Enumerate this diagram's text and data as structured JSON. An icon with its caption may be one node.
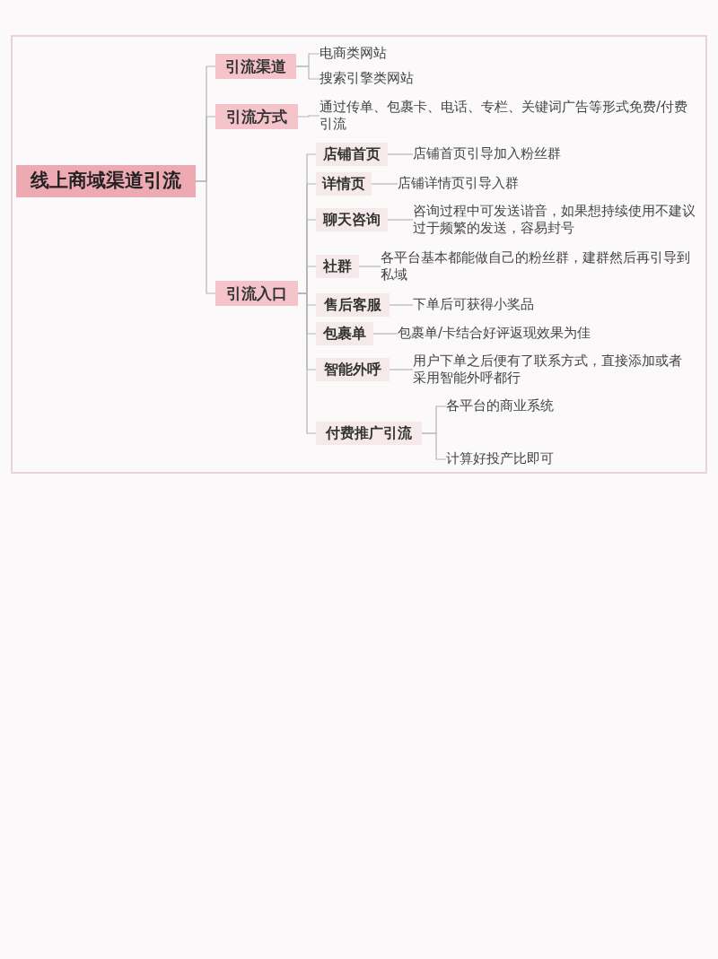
{
  "diagram": {
    "nodes": [
      {
        "text": [
          "线上商域渠道引流"
        ]
      },
      {
        "text": [
          "引流渠道"
        ]
      },
      {
        "text": [
          "电商类网站"
        ]
      },
      {
        "text": [
          "搜索引擎类网站"
        ]
      },
      {
        "text": [
          "引流方式"
        ]
      },
      {
        "text": [
          "通过传单、包裹卡、电话、专栏、关键词广告等形式免费/付费引流"
        ]
      },
      {
        "text": [
          "引流入口"
        ]
      },
      {
        "text": [
          "店铺首页"
        ]
      },
      {
        "text": [
          "店铺首页引导加入粉丝群"
        ]
      },
      {
        "text": [
          "详情页"
        ]
      },
      {
        "text": [
          "店铺详情页引导入群"
        ]
      },
      {
        "text": [
          "聊天咨询"
        ]
      },
      {
        "text": [
          "咨询过程中可发送谐音，如果想持续使用不建议过于频繁的发送，容易封号"
        ]
      },
      {
        "text": [
          "社群"
        ]
      },
      {
        "text": [
          "各平台基本都能做自己的粉丝群，建群然后再引导到私域"
        ]
      },
      {
        "text": [
          "售后客服"
        ]
      },
      {
        "text": [
          "下单后可获得小奖品"
        ]
      },
      {
        "text": [
          "包裹单"
        ]
      },
      {
        "text": [
          "包裹单/卡结合好评返现效果为佳"
        ]
      },
      {
        "text": [
          "智能外呼"
        ]
      },
      {
        "text": [
          "用户下单之后便有了联系方式，直接添加或者采用智能外呼都行"
        ]
      },
      {
        "text": [
          "付费推广引流"
        ]
      },
      {
        "text": [
          "各平台的商业系统"
        ]
      },
      {
        "text": [
          "计算好投产比即可"
        ]
      }
    ],
    "edges": [
      {
        "from": 0,
        "to": 1,
        "arrow": "none"
      },
      {
        "from": 0,
        "to": 4,
        "arrow": "none"
      },
      {
        "from": 0,
        "to": 6,
        "arrow": "none"
      },
      {
        "from": 1,
        "to": 2,
        "arrow": "none"
      },
      {
        "from": 1,
        "to": 3,
        "arrow": "none"
      },
      {
        "from": 4,
        "to": 5,
        "arrow": "none"
      },
      {
        "from": 6,
        "to": 7,
        "arrow": "none"
      },
      {
        "from": 6,
        "to": 9,
        "arrow": "none"
      },
      {
        "from": 6,
        "to": 11,
        "arrow": "none"
      },
      {
        "from": 6,
        "to": 13,
        "arrow": "none"
      },
      {
        "from": 6,
        "to": 15,
        "arrow": "none"
      },
      {
        "from": 6,
        "to": 17,
        "arrow": "none"
      },
      {
        "from": 6,
        "to": 19,
        "arrow": "none"
      },
      {
        "from": 6,
        "to": 21,
        "arrow": "none"
      },
      {
        "from": 7,
        "to": 8,
        "arrow": "none"
      },
      {
        "from": 9,
        "to": 10,
        "arrow": "none"
      },
      {
        "from": 11,
        "to": 12,
        "arrow": "none"
      },
      {
        "from": 13,
        "to": 14,
        "arrow": "none"
      },
      {
        "from": 15,
        "to": 16,
        "arrow": "none"
      },
      {
        "from": 17,
        "to": 18,
        "arrow": "none"
      },
      {
        "from": 19,
        "to": 20,
        "arrow": "none"
      },
      {
        "from": 21,
        "to": 22,
        "arrow": "none"
      },
      {
        "from": 21,
        "to": 23,
        "arrow": "none"
      }
    ]
  }
}
